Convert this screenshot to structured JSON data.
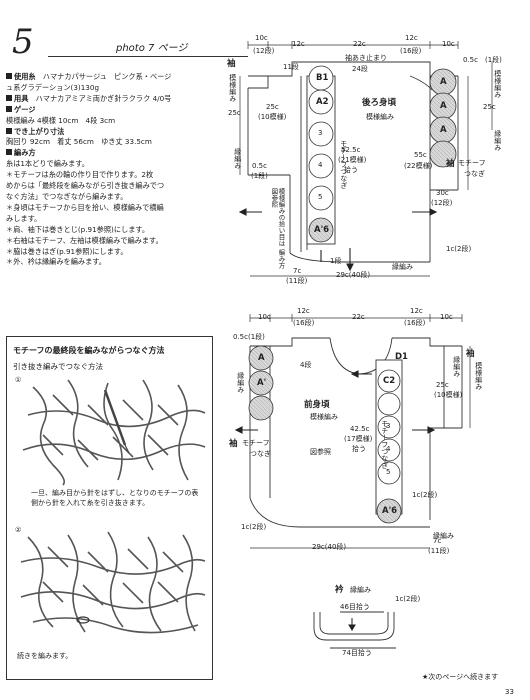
{
  "header": {
    "pattern_number": "5",
    "photo_ref": "photo 7 ページ"
  },
  "instructions": {
    "yarn_heading": "使用糸",
    "yarn_line1": "ハマナカパサージュ　ピンク系・ベージ",
    "yarn_line2": "ュ系グラデーション(3)130g",
    "tools_heading": "用具",
    "tools_text": "ハマナカアミアミ両かぎ針ラクラク 4/0号",
    "gauge_heading": "ゲージ",
    "gauge_text": "模様編み 4模様 10cm　4段 3cm",
    "size_heading": "でき上がり寸法",
    "size_text": "胸回り 92cm　着丈 56cm　ゆき丈 33.5cm",
    "method_heading": "編み方",
    "method_lines": [
      "糸は1本どりで編みます。",
      "＊モチーフは糸の輪の作り目で作ります。2枚",
      "めからは「最終段を編みながら引き抜き編みでつ",
      "なぐ方法」でつなぎながら編みます。",
      "＊身頃はモチーフから目を拾い、模様編みで横編",
      "みします。",
      "＊肩、袖下は巻きとじ(p.91参照)にします。",
      "＊右袖はモチーフ、左袖は模様編みで編みます。",
      "＊脇は巻きはぎ(p.91参照)にします。",
      "＊外、衿は縁編みを編みます。"
    ]
  },
  "motif_box": {
    "title": "モチーフの最終段を編みながらつなぐ方法",
    "subtitle": "引き抜き編みでつなぐ方法",
    "step1": "①",
    "step2": "②",
    "note1": "一旦、編み目から針をはずし、となりのモチーフの表側から針を入れて糸を引き抜きます。",
    "note2": "続きを編みます。"
  },
  "back": {
    "title": "後ろ身頃",
    "pattern": "模様編み",
    "top_dims": [
      "10c",
      "(12段)",
      "12c",
      "22c",
      "12c",
      "(16段)",
      "10c",
      "0.5c",
      "(1段)"
    ],
    "neck_note": "袖あき止まり",
    "neck_pickup": "24段",
    "sleeve_label": "袖",
    "sleeve_pattern": "模様編み",
    "sleeve_edge": "縁編み",
    "sleeve_edge_rows": "11段",
    "motif_sleeve": "モチーフ",
    "motif_join": "つなぎ",
    "dim_25c_left": "25c",
    "dim_25c_inner": "25c",
    "dim_10rows": "(10模様)",
    "dim_05c": "0.5c",
    "dim_1row": "(1段)",
    "dim_525": "52.5c",
    "dim_21": "(21模様)",
    "dim_pick": "拾う",
    "dim_55": "55c",
    "dim_22": "(22模様)",
    "dim_30": "30c",
    "dim_12rows": "(12段)",
    "dim_1c": "1c(2段)",
    "dim_7c": "7c",
    "dim_11rows": "(11段)",
    "dim_29c": "29c(40段)",
    "edge": "縁編み",
    "one_row": "1段",
    "motif_column": "モチーフつなぎ",
    "column_note": "模様編みの拾い目は 編み方図参照",
    "motifs": [
      "B1",
      "A2",
      "3",
      "4",
      "5",
      "A'6"
    ],
    "motif_circle_labels": [
      "A",
      "A",
      "A"
    ]
  },
  "front": {
    "title": "前身頃",
    "pattern": "模様編み",
    "top_dims": [
      "10c",
      "12c",
      "(16段)",
      "22c",
      "12c",
      "(16段)",
      "10c"
    ],
    "neck_rows": "4段",
    "pickup": "0.5c(1段)",
    "sleeve_edge": "縁編み",
    "sleeve_label": "袖",
    "sleeve_pattern": "模様編み",
    "motif_sleeve": "モチーフ",
    "motif_join": "つなぎ",
    "dim_425": "42.5c",
    "dim_17": "(17模様)",
    "dim_pick": "拾う",
    "dim_25c": "25c",
    "dim_10": "(10模様)",
    "dim_1c": "1c(2段)",
    "dim_29c": "29c(40段)",
    "dim_7c": "7c",
    "dim_11rows": "(11段)",
    "fig_ref": "図参照",
    "edge": "縁編み",
    "motif_column": "モチーフつなぎ",
    "motifs": [
      "D1",
      "C2",
      "3",
      "4",
      "5",
      "A'6"
    ],
    "left_motifs": [
      "A",
      "A'"
    ]
  },
  "collar": {
    "title": "衿",
    "pattern": "縁編み",
    "pick_top": "46目拾う",
    "pick_bottom": "74目拾う",
    "dim": "1c(2段)"
  },
  "footer": {
    "continued": "★次のページへ続きます",
    "page_number": "33"
  }
}
